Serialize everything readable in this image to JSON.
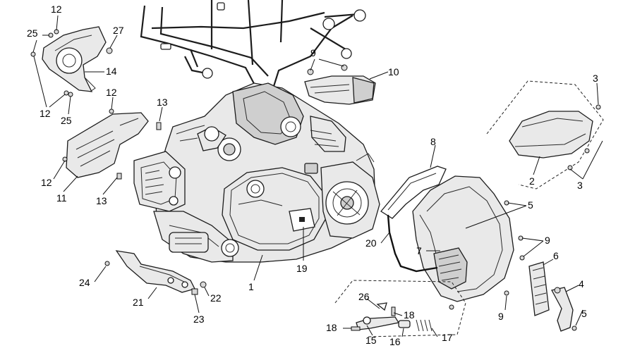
{
  "callouts": {
    "c1": "1",
    "c2": "2",
    "c3a": "3",
    "c3b": "3",
    "c4": "4",
    "c5a": "5",
    "c5b": "5",
    "c6": "6",
    "c7": "7",
    "c8": "8",
    "c9a": "9",
    "c9b": "9",
    "c9c": "9",
    "c10": "10",
    "c11": "11",
    "c12a": "12",
    "c12b": "12",
    "c12c": "12",
    "c12d": "12",
    "c13a": "13",
    "c13b": "13",
    "c14": "14",
    "c15": "15",
    "c16": "16",
    "c17": "17",
    "c18a": "18",
    "c18b": "18",
    "c19": "19",
    "c20": "20",
    "c21": "21",
    "c22": "22",
    "c23": "23",
    "c24": "24",
    "c25a": "25",
    "c25b": "25",
    "c26": "26",
    "c27": "27"
  },
  "colors": {
    "line": "#1c1c1c",
    "part_fill": "#e9e9e9",
    "background": "#ffffff"
  }
}
